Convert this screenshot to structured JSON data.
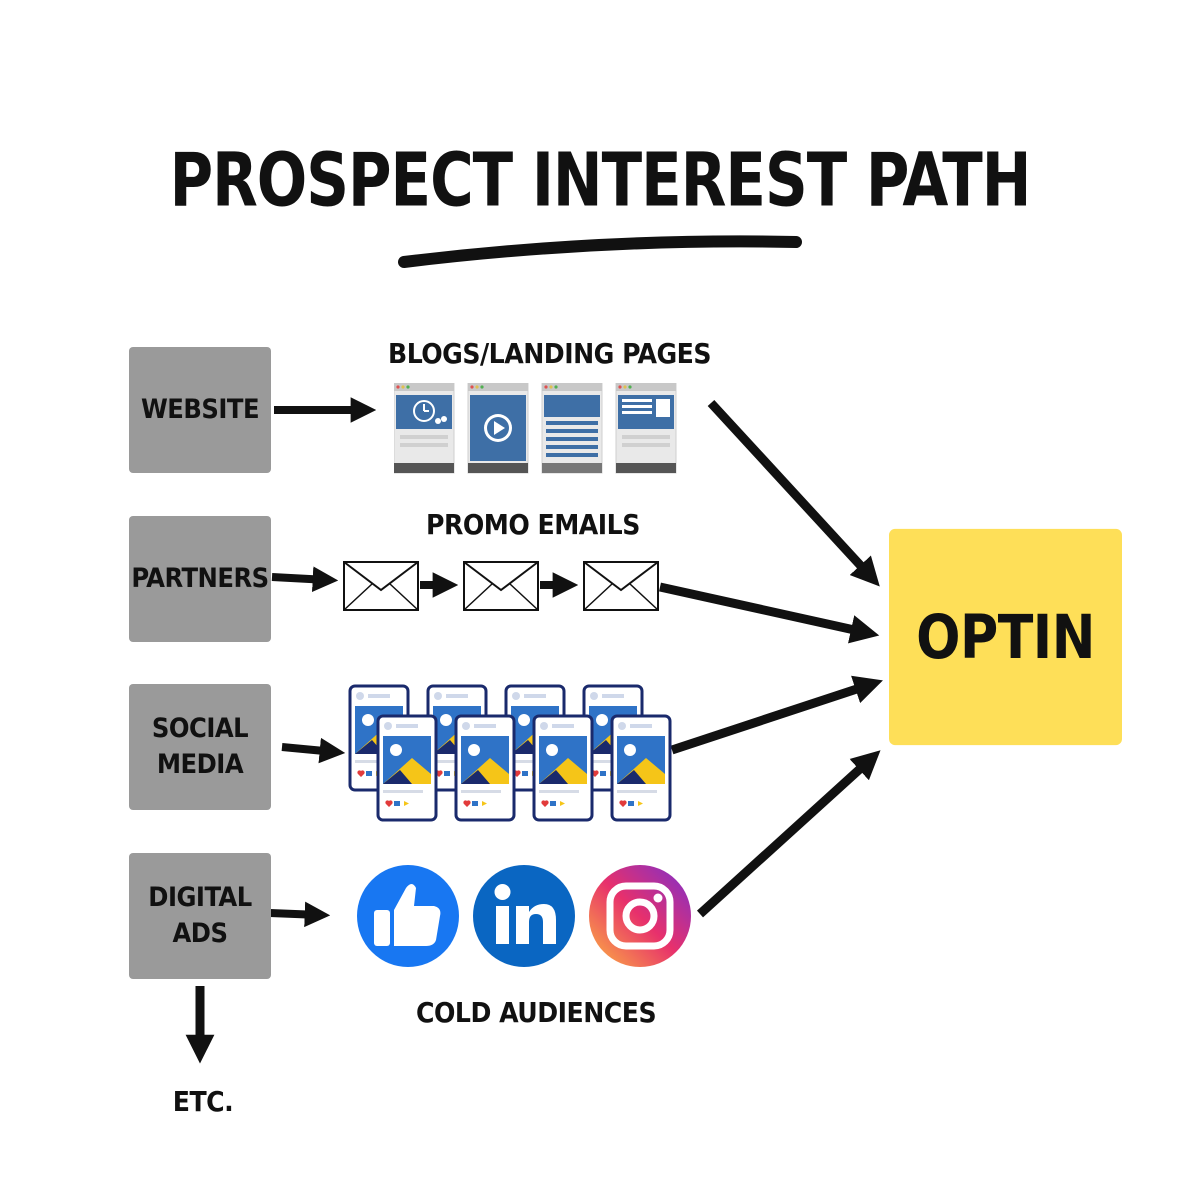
{
  "title": "PROSPECT INTEREST PATH",
  "sources": {
    "website": "WEBSITE",
    "partners": "PARTNERS",
    "social_media_line1": "SOCIAL",
    "social_media_line2": "MEDIA",
    "digital_ads_line1": "DIGITAL",
    "digital_ads_line2": "ADS"
  },
  "channels": {
    "blogs": "BLOGS/LANDING PAGES",
    "promo": "PROMO EMAILS",
    "cold": "COLD AUDIENCES"
  },
  "target": "OPTIN",
  "etc": "ETC.",
  "icons": [
    "landing-page-icon",
    "envelope-icon",
    "social-post-icon",
    "facebook-like-icon",
    "linkedin-icon",
    "instagram-icon"
  ],
  "colors": {
    "source_box": "#9a9a9a",
    "optin_box": "#fedf58",
    "page_blue": "#3e6fa6",
    "facebook": "#1877f2",
    "linkedin": "#0a66c2",
    "post_yellow": "#f5c518"
  }
}
